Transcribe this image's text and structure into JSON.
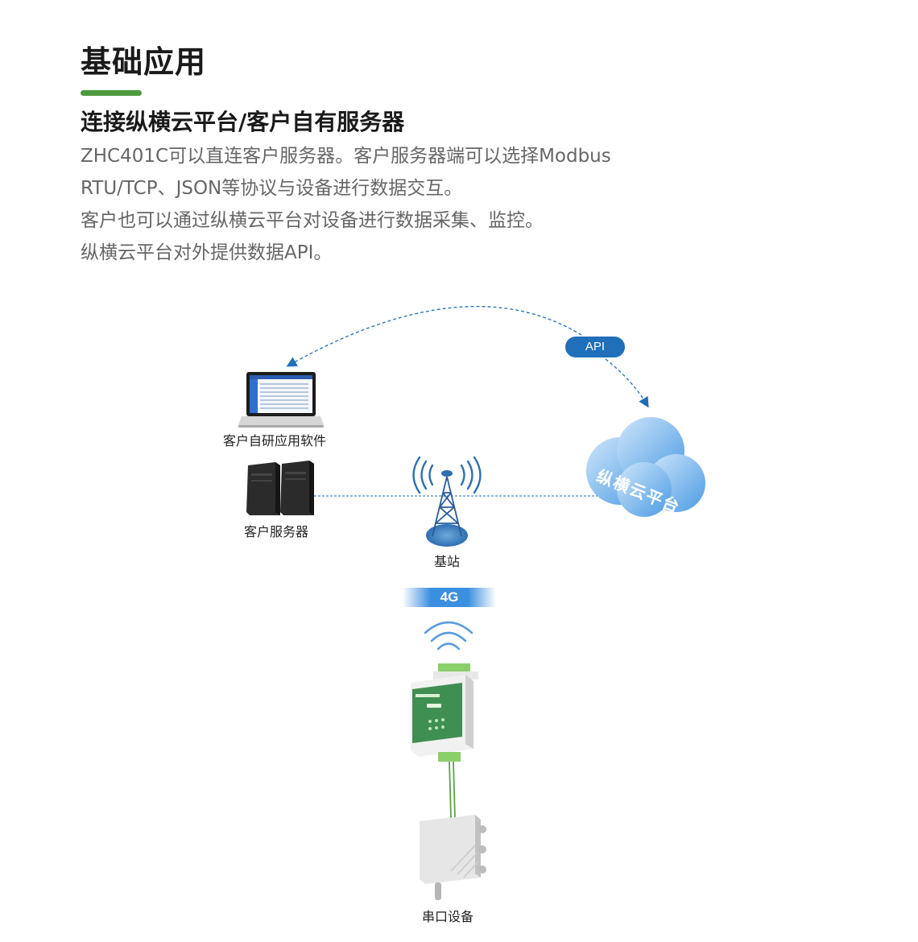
{
  "header": {
    "title": "基础应用",
    "subtitle": "连接纵横云平台/客户自有服务器",
    "description_lines": [
      "ZHC401C可以直连客户服务器。客户服务器端可以选择Modbus",
      "RTU/TCP、JSON等协议与设备进行数据交互。",
      "客户也可以通过纵横云平台对设备进行数据采集、监控。",
      "纵横云平台对外提供数据API。"
    ]
  },
  "diagram": {
    "laptop_label": "客户自研应用软件",
    "server_label": "客户服务器",
    "tower_label": "基站",
    "cloud_label": "纵横云平台",
    "api_label": "API",
    "network_label": "4G",
    "serial_device_label": "串口设备"
  },
  "colors": {
    "accent_green": "#4e9a3f",
    "link_blue": "#1f6fba",
    "cloud_blue": "#4a9be3",
    "device_green": "#3f8f52",
    "wire_green": "#5aa34b"
  }
}
